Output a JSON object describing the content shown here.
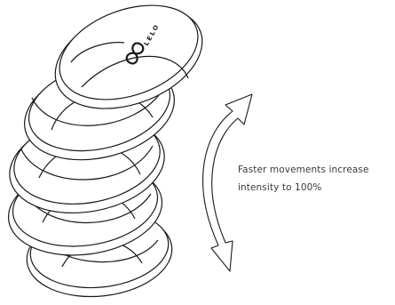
{
  "caption": {
    "line1": "Faster movements increase",
    "line2": "intensity to 100%"
  },
  "brand": "LELO",
  "icons": {
    "device": "stacked-ring-device-icon",
    "arrow": "curved-double-arrow-icon",
    "logo": "infinity-logo-icon"
  },
  "colors": {
    "stroke": "#1a1a1a",
    "text": "#3a3a3a",
    "background": "#ffffff"
  }
}
